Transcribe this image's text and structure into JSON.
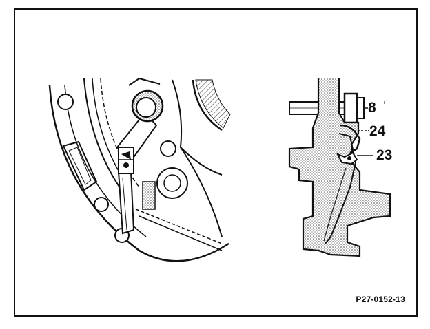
{
  "callouts": {
    "label_8": "8",
    "label_24": "24",
    "label_23": "23"
  },
  "figure_code": "P27-0152-13",
  "colors": {
    "ink": "#111111",
    "paper": "#ffffff",
    "shade": "#444444"
  }
}
